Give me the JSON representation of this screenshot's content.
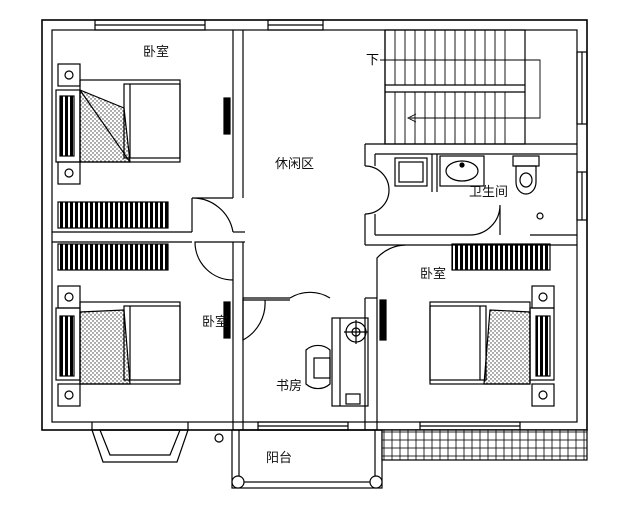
{
  "rooms": {
    "bedroom_top_left": "卧室",
    "bedroom_bottom_left": "卧室",
    "bedroom_right": "卧室",
    "lounge": "休闲区",
    "bathroom": "卫生间",
    "study": "书房",
    "balcony": "阳台"
  },
  "stairs": {
    "down_label": "下"
  },
  "colors": {
    "line": "#000000",
    "background": "#ffffff",
    "hatch": "#555555"
  }
}
